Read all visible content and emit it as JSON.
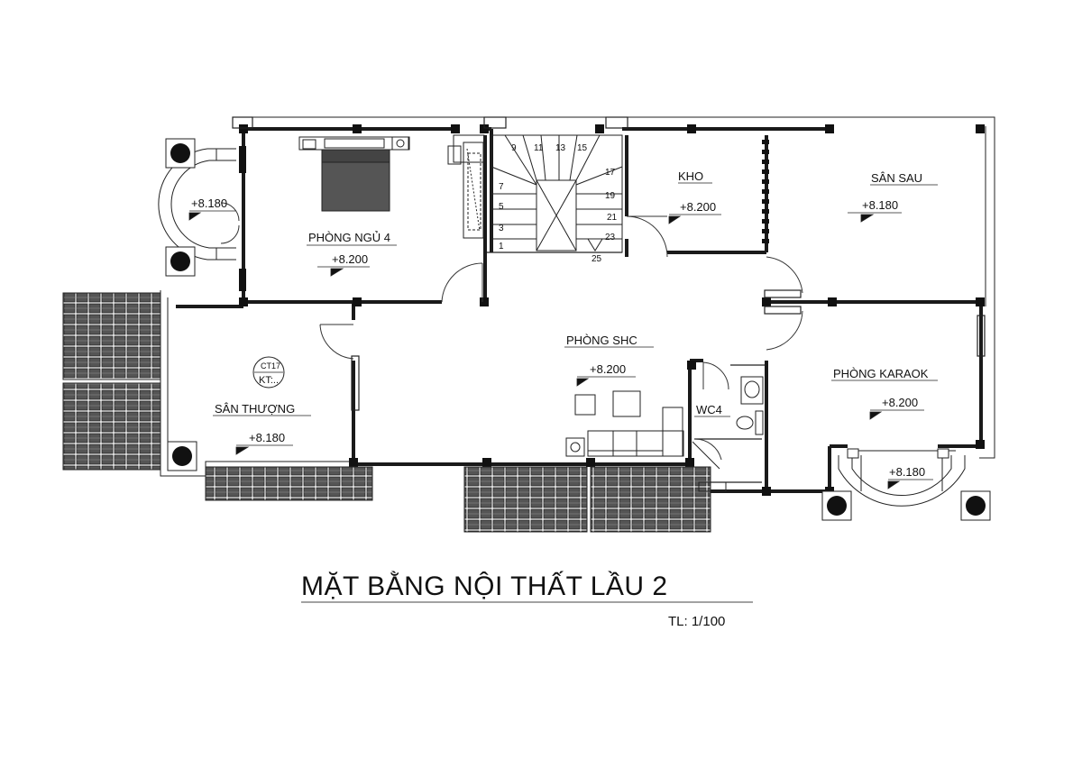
{
  "title": "MẶT BẰNG NỘI THẤT LẦU 2",
  "scale": "TL: 1/100",
  "rooms": {
    "bedroom": "PHÒNG NGỦ 4",
    "storage": "KHO",
    "back_yard": "SÂN SAU",
    "living": "PHÒNG SHC",
    "karaoke": "PHÒNG KARAOK",
    "wc": "WC4",
    "terrace": "SÂN THƯỢNG"
  },
  "levels": {
    "balcony_left": "+8.180",
    "bedroom": "+8.200",
    "storage": "+8.200",
    "back_yard": "+8.180",
    "living": "+8.200",
    "karaoke": "+8.200",
    "terrace": "+8.180",
    "balcony_right": "+8.180"
  },
  "detail_tag": {
    "top": "CT17",
    "bottom": "KT:.."
  },
  "stairs": {
    "steps": [
      "1",
      "3",
      "5",
      "7",
      "9",
      "11",
      "13",
      "15",
      "17",
      "19",
      "21",
      "23",
      "25"
    ]
  }
}
